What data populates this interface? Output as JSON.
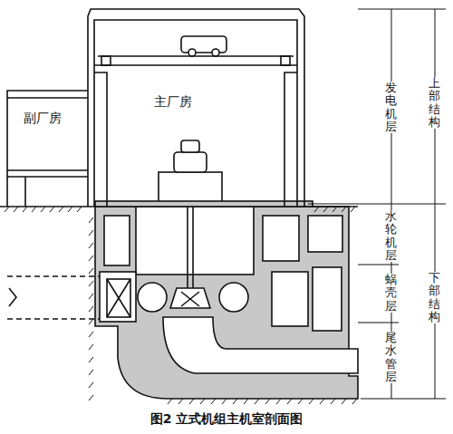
{
  "diagram": {
    "caption": "图2 立式机组主机室剖面图",
    "nodes": [
      {
        "text": [
          "副厂房"
        ]
      },
      {
        "text": [
          "主厂房"
        ]
      }
    ],
    "labels": [
      "发电机层",
      "上部结构",
      "水轮机层",
      "蜗壳层",
      "尾水管层",
      "下部结构"
    ]
  }
}
